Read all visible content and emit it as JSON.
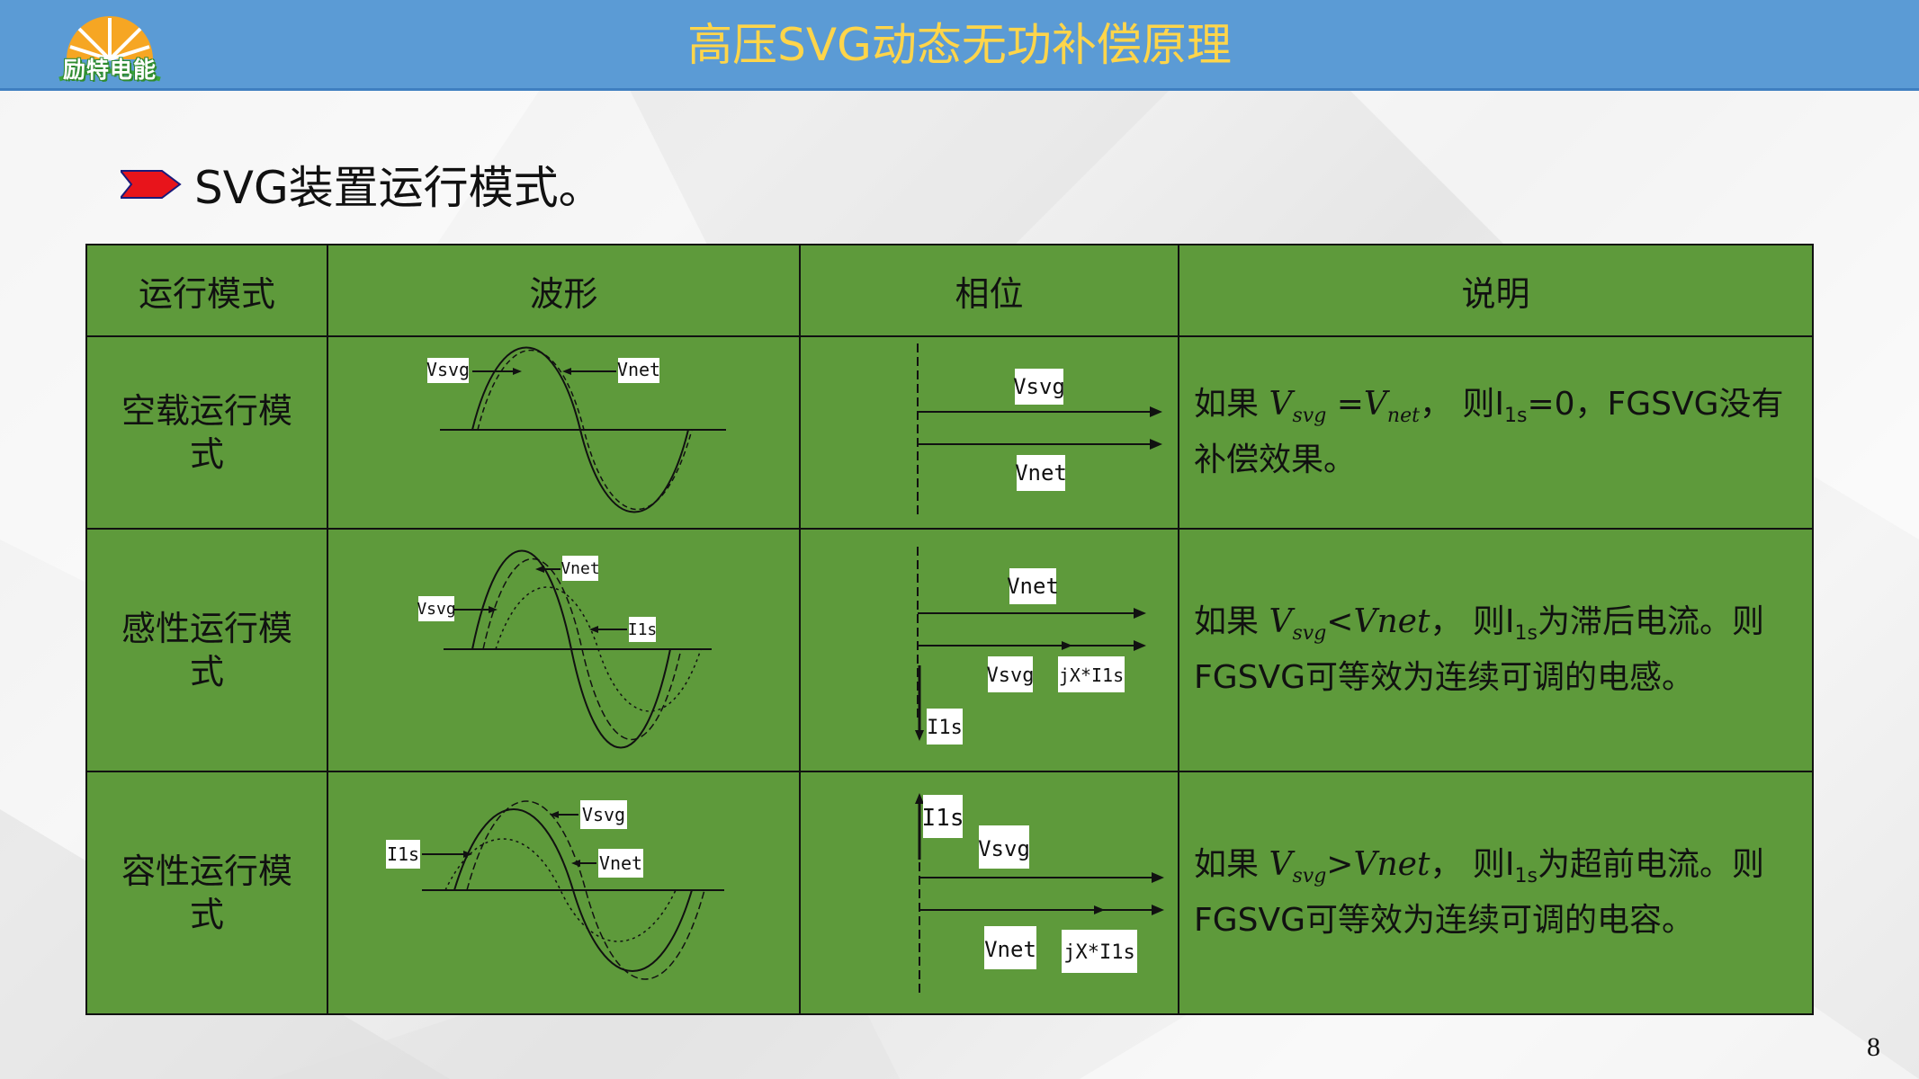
{
  "logo": {
    "text": "励特电能"
  },
  "header": {
    "title": "高压SVG动态无功补偿原理"
  },
  "bullet": {
    "text": "SVG装置运行模式。"
  },
  "table": {
    "headers": [
      "运行模式",
      "波形",
      "相位",
      "说明"
    ],
    "rows": [
      {
        "mode": "空载运行模式",
        "wave_labels": [
          "Vsvg",
          "Vnet"
        ],
        "phase_labels": [
          "Vsvg",
          "Vnet"
        ],
        "desc_prefix": "如果",
        "desc_expr": [
          "V",
          "svg",
          "=",
          "V",
          "net"
        ],
        "desc_mid": "，  则I",
        "desc_sub": "1s",
        "desc_tail": "=0，FGSVG没有补偿效果。"
      },
      {
        "mode": "感性运行模式",
        "wave_labels": [
          "Vnet",
          "Vsvg",
          "I1s"
        ],
        "phase_labels": [
          "Vnet",
          "Vsvg",
          "jX*I1s",
          "I1s"
        ],
        "desc_prefix": "如果",
        "desc_expr": [
          "V",
          "svg",
          "<",
          "Vnet"
        ],
        "desc_mid": "，  则I",
        "desc_sub": "1s",
        "desc_tail": "为滞后电流。则FGSVG可等效为连续可调的电感。"
      },
      {
        "mode": "容性运行模式",
        "wave_labels": [
          "Vsvg",
          "I1s",
          "Vnet"
        ],
        "phase_labels": [
          "I1s",
          "Vsvg",
          "Vnet",
          "jX*I1s"
        ],
        "desc_prefix": "如果",
        "desc_expr": [
          "V",
          "svg",
          ">",
          "Vnet"
        ],
        "desc_mid": "，  则I",
        "desc_sub": "1s",
        "desc_tail": "为超前电流。则FGSVG可等效为连续可调的电容。"
      }
    ]
  },
  "page_number": "8",
  "colors": {
    "header_bg": "#5b9bd5",
    "title_color": "#ffd54a",
    "table_bg": "#5e9a3b",
    "bullet_arrow": "#e8141b"
  }
}
